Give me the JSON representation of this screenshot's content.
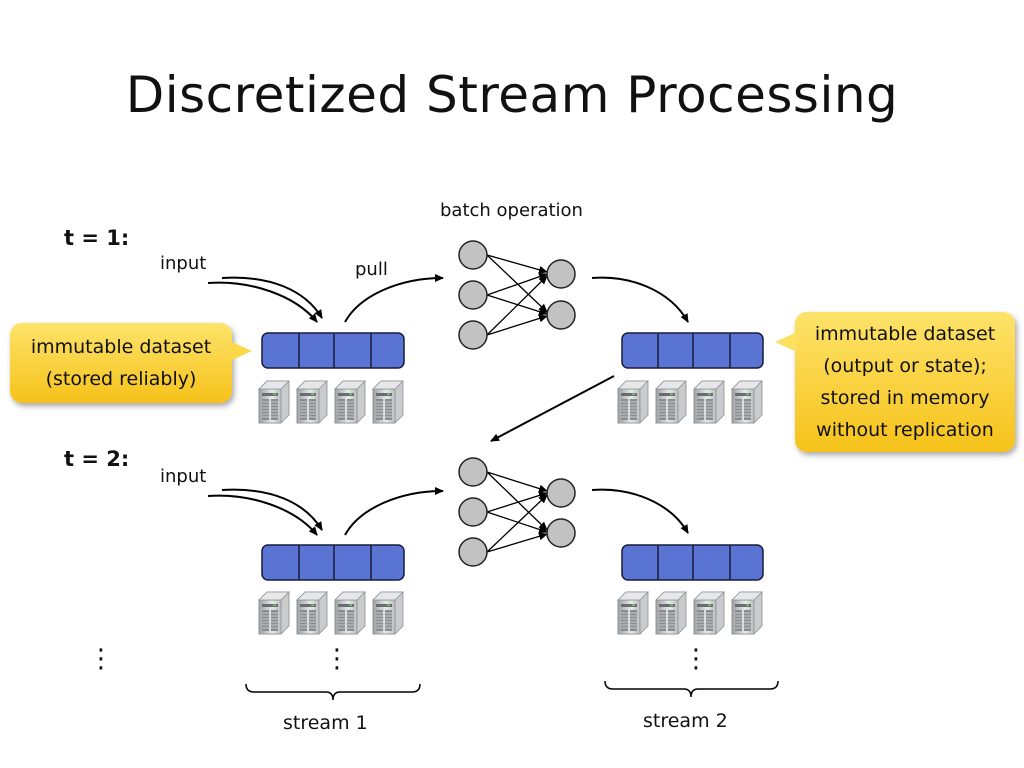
{
  "title": "Discretized Stream Processing",
  "labels": {
    "t1": "t = 1:",
    "t2": "t = 2:",
    "input_1": "input",
    "input_2": "input",
    "pull": "pull",
    "batch_operation": "batch operation",
    "stream1": "stream 1",
    "stream2": "stream 2",
    "ellipsis": "⋮"
  },
  "callouts": {
    "left": [
      "immutable dataset",
      "(stored reliably)"
    ],
    "right": [
      "immutable dataset",
      "(output or state);",
      "stored in memory",
      "without replication"
    ]
  },
  "colors": {
    "dataset_fill": "#5a74d4",
    "node_fill": "#c2c2c2",
    "callout": "#f8cc2c"
  }
}
